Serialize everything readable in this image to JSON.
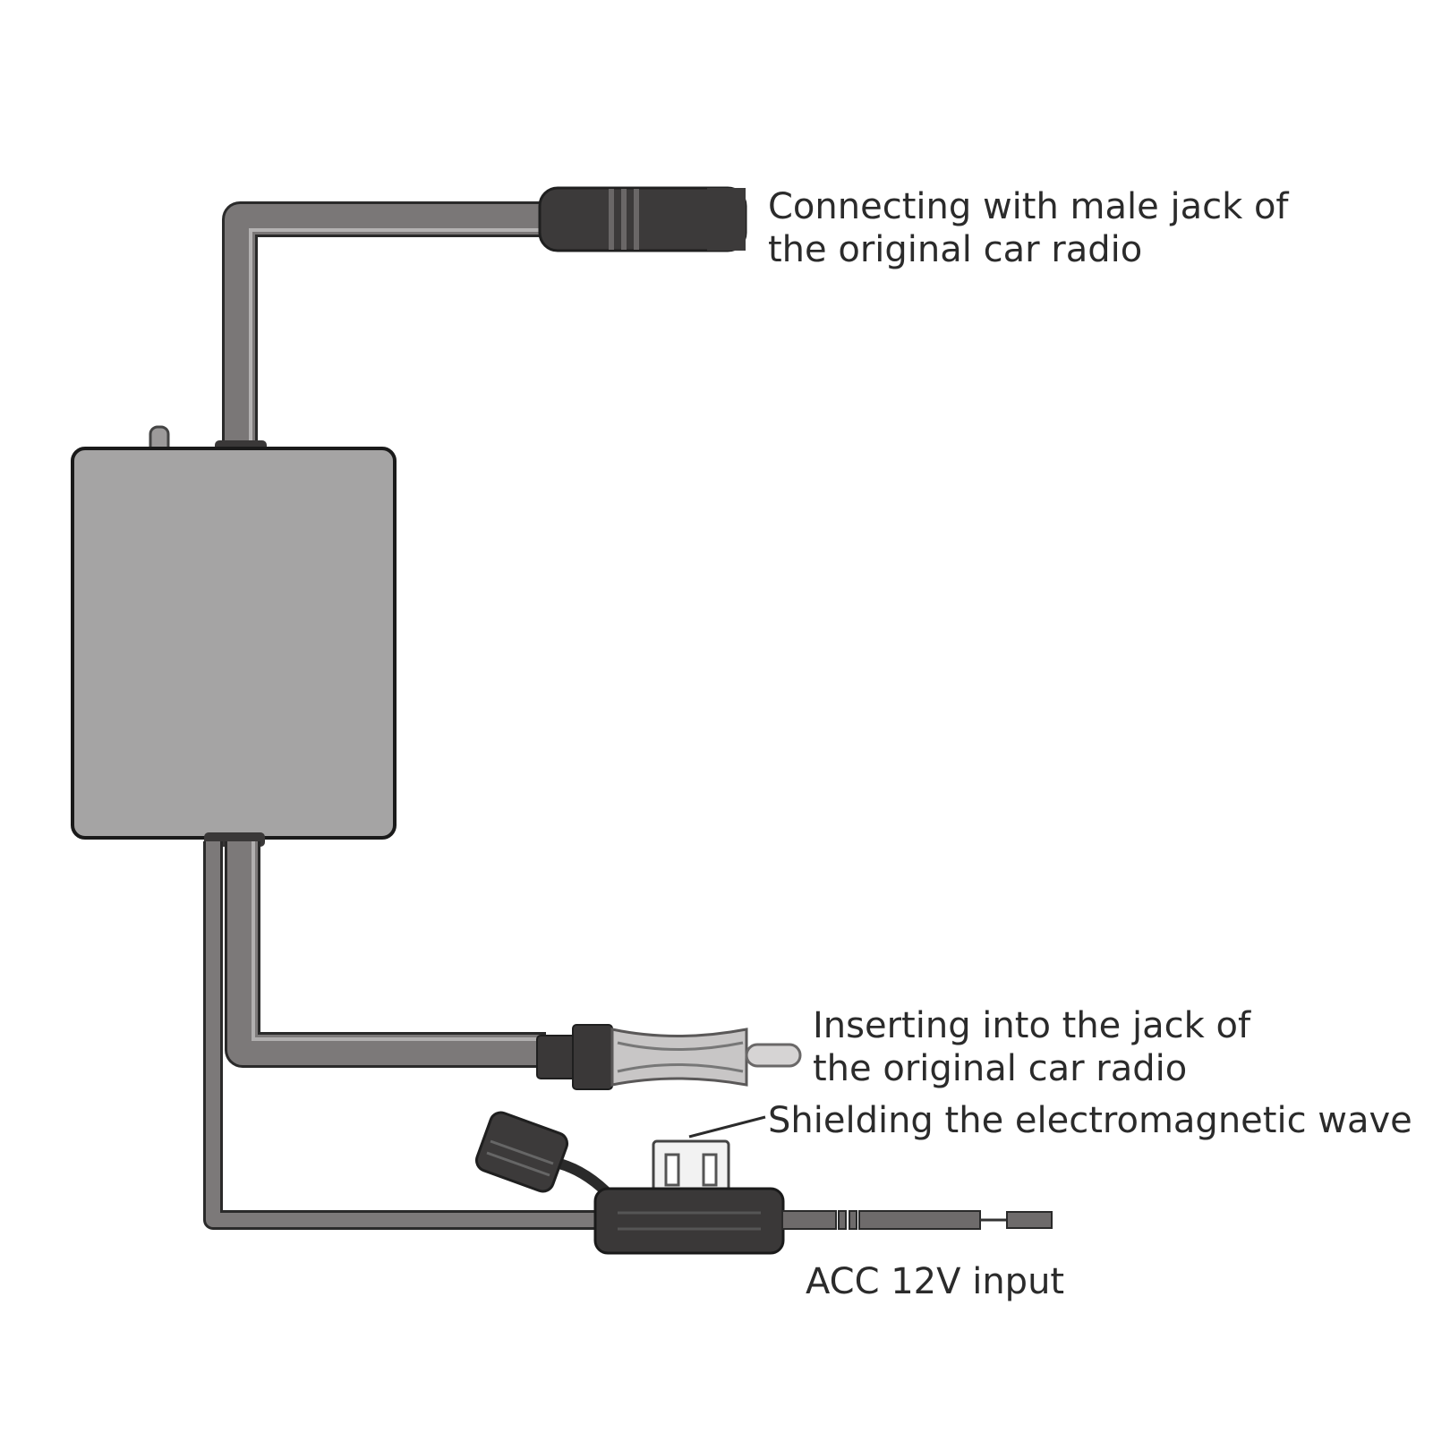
{
  "labels": {
    "top_connector": {
      "line1": "Connecting with male jack of",
      "line2": "the original car radio"
    },
    "rca_plug": {
      "line1": "Inserting into the jack of",
      "line2": "the original car radio"
    },
    "fuse_shield": "Shielding the electromagnetic wave",
    "power_input": "ACC 12V input"
  },
  "colors": {
    "cable": "#6e6b6b",
    "cable_inner": "#8f8d8d",
    "box": "#a6a5a5",
    "connector": "#454343",
    "outline": "#1f1f1f",
    "text": "#2b2b2b"
  }
}
